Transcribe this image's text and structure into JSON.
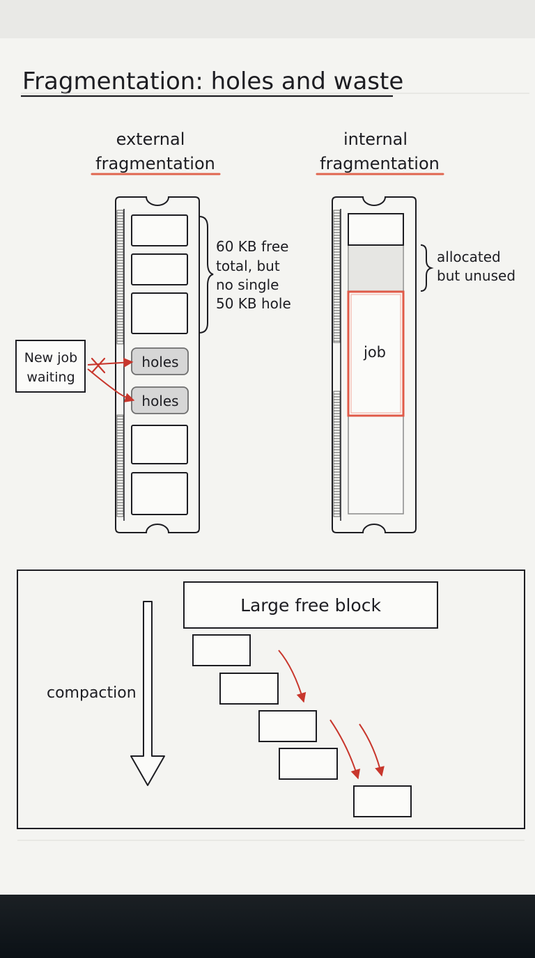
{
  "title": "Fragmentation: holes and waste",
  "external": {
    "heading_line1": "external",
    "heading_line2": "fragmentation",
    "note_lines": [
      "60 KB free",
      "total, but",
      "no single",
      "50 KB hole"
    ],
    "hole_labels": [
      "holes",
      "holes"
    ],
    "new_job_lines": [
      "New job",
      "waiting"
    ]
  },
  "internal": {
    "heading_line1": "internal",
    "heading_line2": "fragmentation",
    "note_lines": [
      "allocated",
      "but unused"
    ],
    "job_label": "job"
  },
  "compaction": {
    "label": "compaction",
    "large_block_label": "Large free block"
  },
  "colors": {
    "ink": "#1d1d22",
    "accent": "#e0664f",
    "arrow_red": "#c8372d",
    "hole_fill": "#d6d6d6",
    "unused_fill": "#e6e6e3",
    "job_border": "#e05a48"
  }
}
